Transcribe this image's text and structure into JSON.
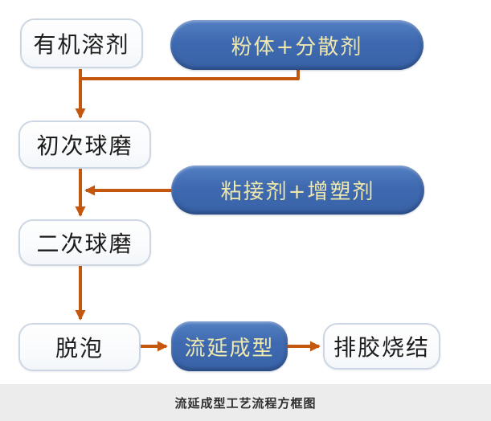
{
  "diagram": {
    "caption": "流延成型工艺流程方框图",
    "nodes": {
      "organic_solvent": {
        "label": "有机溶剂",
        "kind": "process-box"
      },
      "powder_dispersant": {
        "label": "粉体+分散剂",
        "kind": "additive-pill"
      },
      "first_ball_milling": {
        "label": "初次球磨",
        "kind": "process-box"
      },
      "binder_plasticizer": {
        "label": "粘接剂+增塑剂",
        "kind": "additive-pill"
      },
      "second_ball_milling": {
        "label": "二次球磨",
        "kind": "process-box"
      },
      "degassing": {
        "label": "脱泡",
        "kind": "process-box"
      },
      "tape_casting": {
        "label": "流延成型",
        "kind": "additive-pill"
      },
      "debinding_sintering": {
        "label": "排胶烧结",
        "kind": "process-box"
      }
    },
    "edges": [
      {
        "from": "有机溶剂",
        "to": "初次球磨"
      },
      {
        "from": "粉体+分散剂",
        "to": "初次球磨"
      },
      {
        "from": "初次球磨",
        "to": "二次球磨"
      },
      {
        "from": "粘接剂+增塑剂",
        "to": "二次球磨"
      },
      {
        "from": "二次球磨",
        "to": "脱泡"
      },
      {
        "from": "脱泡",
        "to": "流延成型"
      },
      {
        "from": "流延成型",
        "to": "排胶烧结"
      }
    ],
    "colors": {
      "arrow": "#c4570e",
      "pill_fill": "#3e69b0",
      "pill_shadow": "#27477c",
      "pill_text": "#efe8ac",
      "box_border": "#ccd7e3",
      "box_text": "#1c1c1c",
      "caption_bg": "#ececec",
      "caption_text": "#2f2f2f"
    }
  }
}
